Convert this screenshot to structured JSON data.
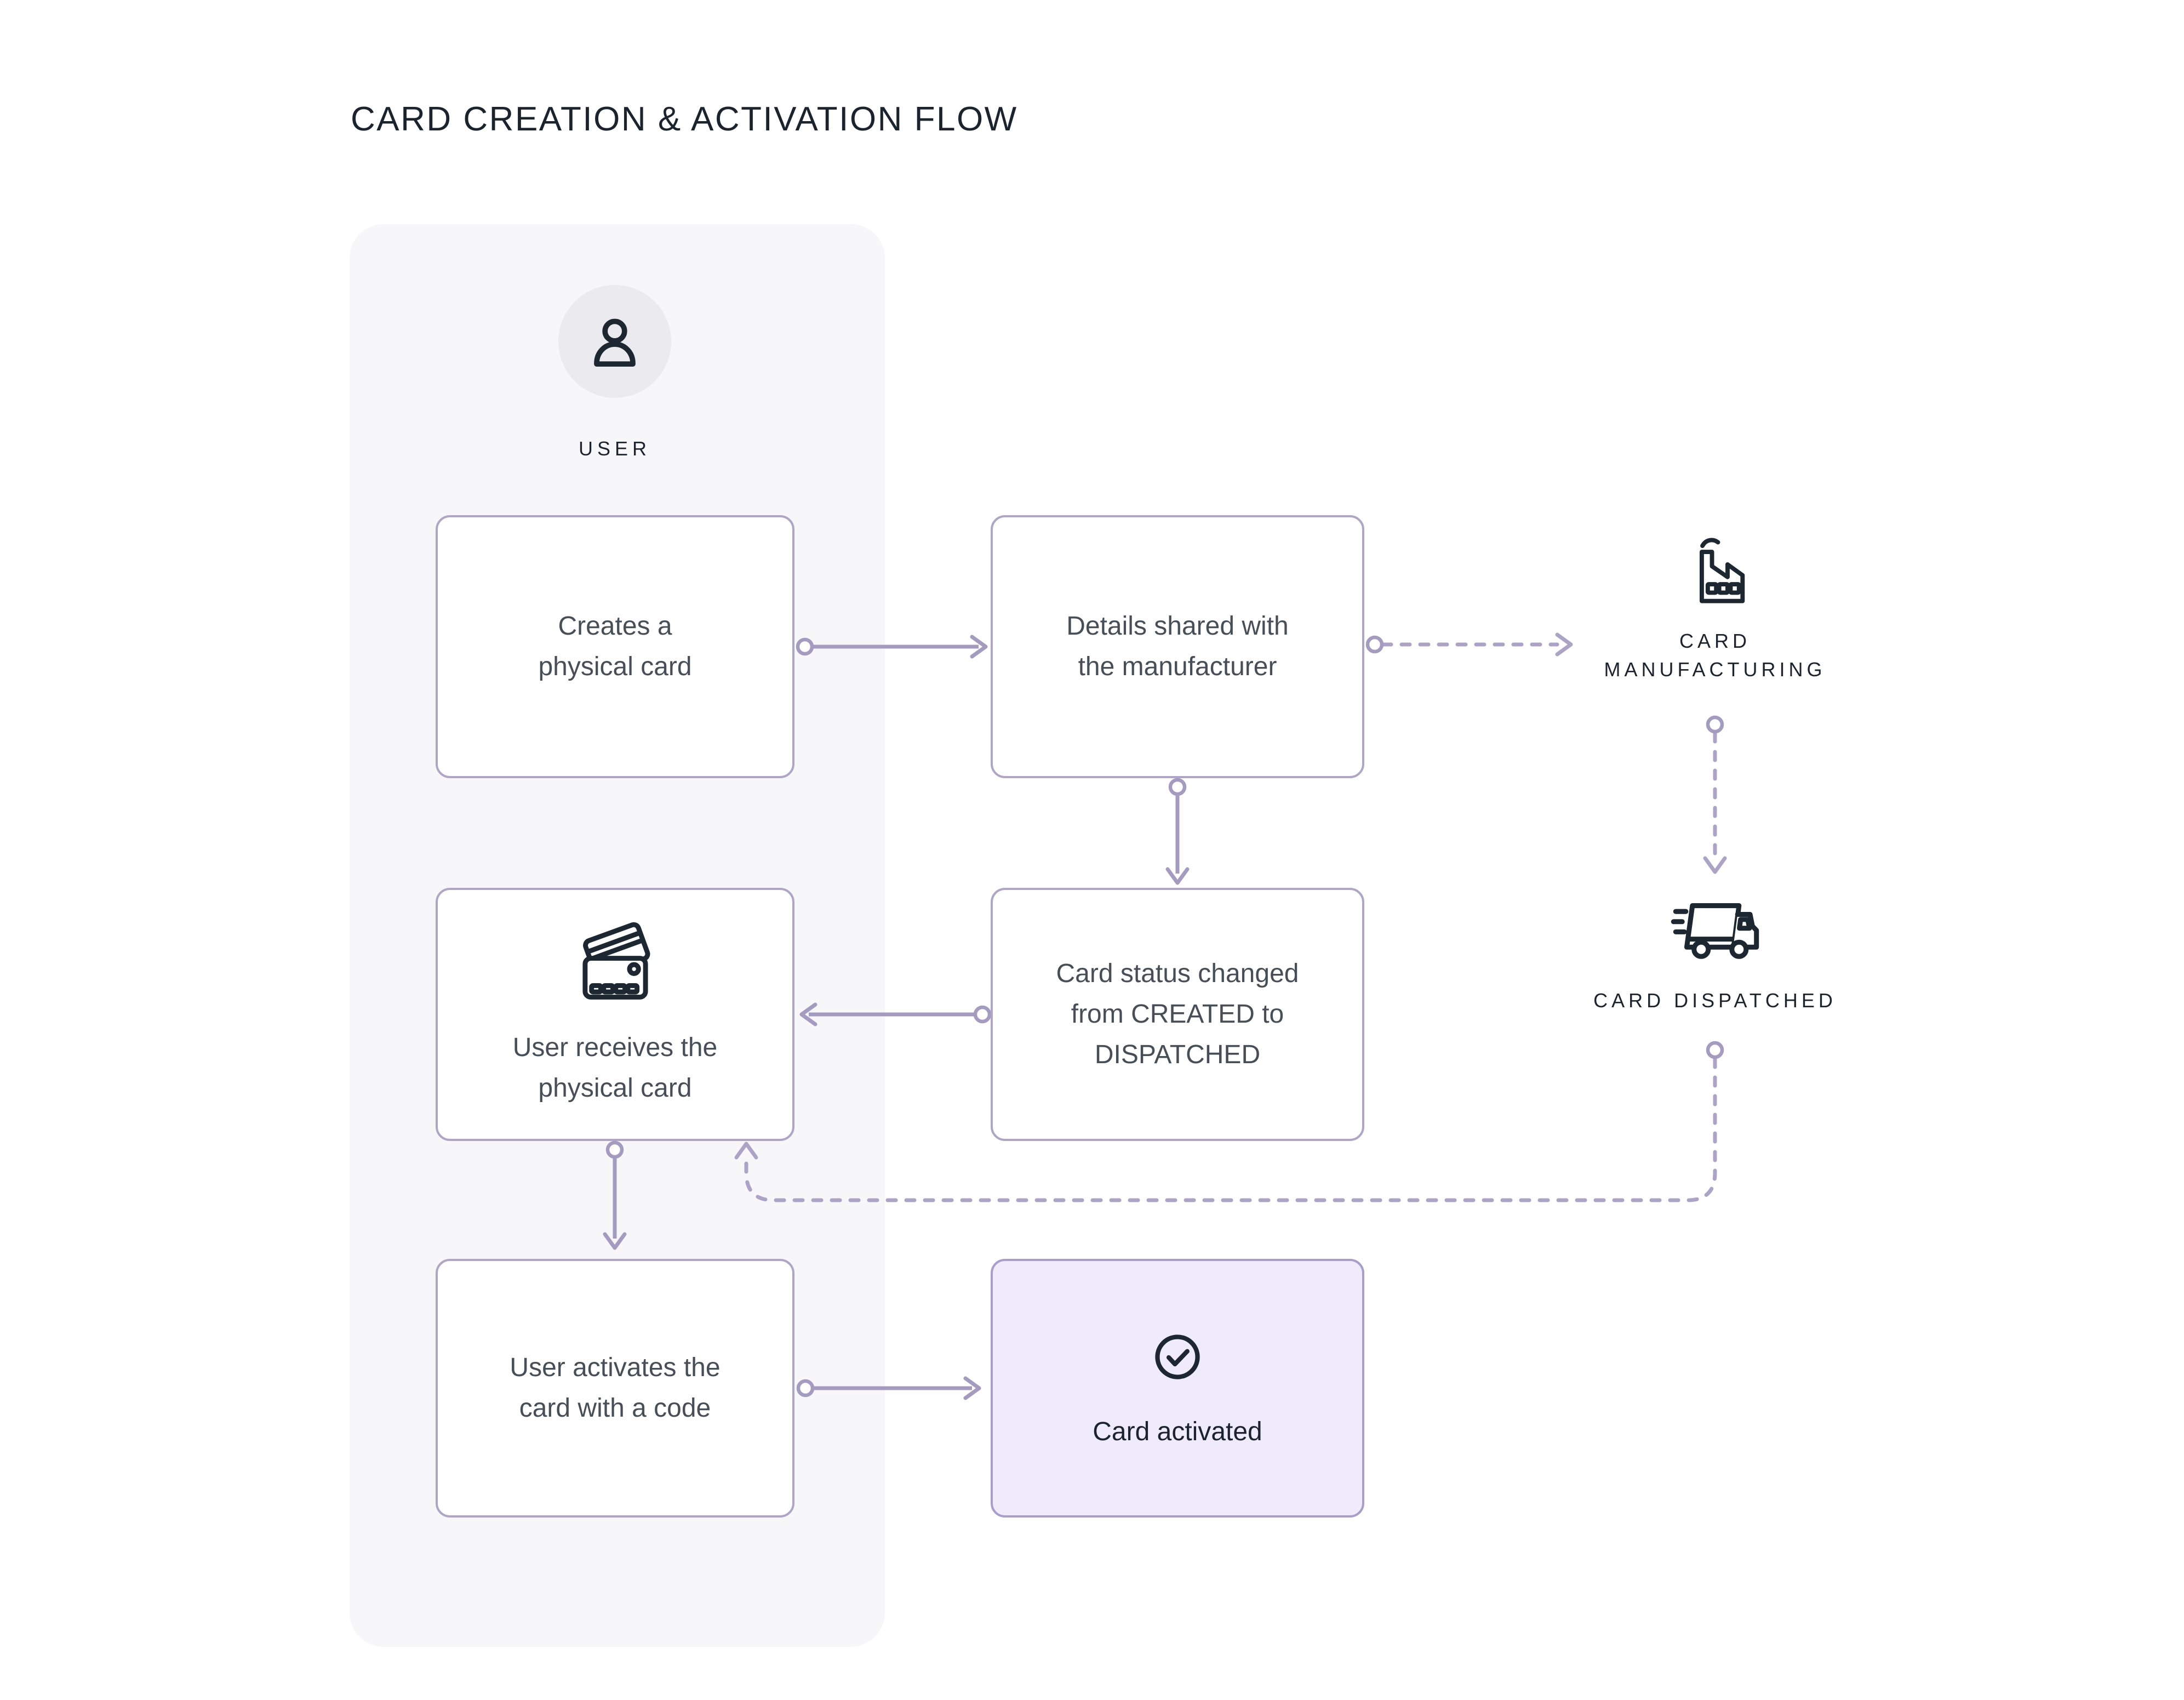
{
  "title": "CARD CREATION & ACTIVATION FLOW",
  "lane": {
    "label": "USER",
    "actor_icon": "user-icon"
  },
  "nodes": [
    {
      "id": "creates-card",
      "lines": [
        "Creates a",
        "physical card"
      ]
    },
    {
      "id": "details-shared",
      "lines": [
        "Details shared with",
        "the manufacturer"
      ]
    },
    {
      "id": "status-changed",
      "lines": [
        "Card status changed",
        "from CREATED to",
        "DISPATCHED"
      ]
    },
    {
      "id": "receives-card",
      "icon": "credit-cards-icon",
      "lines": [
        "User receives the",
        "physical card"
      ]
    },
    {
      "id": "activates-card",
      "lines": [
        "User activates the",
        "card with a code"
      ]
    },
    {
      "id": "card-activated",
      "icon": "check-circle-icon",
      "lines": [
        "Card activated"
      ],
      "highlight": true
    }
  ],
  "external_nodes": [
    {
      "id": "card-manufacturing",
      "icon": "factory-icon",
      "lines": [
        "CARD",
        "MANUFACTURING"
      ]
    },
    {
      "id": "card-dispatched",
      "icon": "truck-icon",
      "lines": [
        "CARD DISPATCHED"
      ]
    }
  ],
  "flow": {
    "edges": [
      {
        "from": "creates-card",
        "to": "details-shared",
        "style": "solid"
      },
      {
        "from": "details-shared",
        "to": "card-manufacturing",
        "style": "dashed"
      },
      {
        "from": "card-manufacturing",
        "to": "card-dispatched",
        "style": "dashed"
      },
      {
        "from": "card-dispatched",
        "to": "receives-card",
        "style": "dashed"
      },
      {
        "from": "details-shared",
        "to": "status-changed",
        "style": "solid"
      },
      {
        "from": "status-changed",
        "to": "receives-card",
        "style": "solid"
      },
      {
        "from": "receives-card",
        "to": "activates-card",
        "style": "solid"
      },
      {
        "from": "activates-card",
        "to": "card-activated",
        "style": "solid"
      }
    ]
  },
  "colors": {
    "canvas_bg": "#FFFFFF",
    "lane_bg": "#F7F7F9",
    "avatar_bg": "#EBEBEF",
    "box_border": "#AFA6C7",
    "box_bg": "#FFFFFF",
    "highlight_bg": "#EFEBFA",
    "highlight_border": "#A89DCB",
    "connector": "#A49BC0",
    "connector_dashed": "#ACA4C6",
    "icon_stroke": "#1D2731",
    "heading_text": "#1B242E",
    "box_text": "#464E58"
  }
}
